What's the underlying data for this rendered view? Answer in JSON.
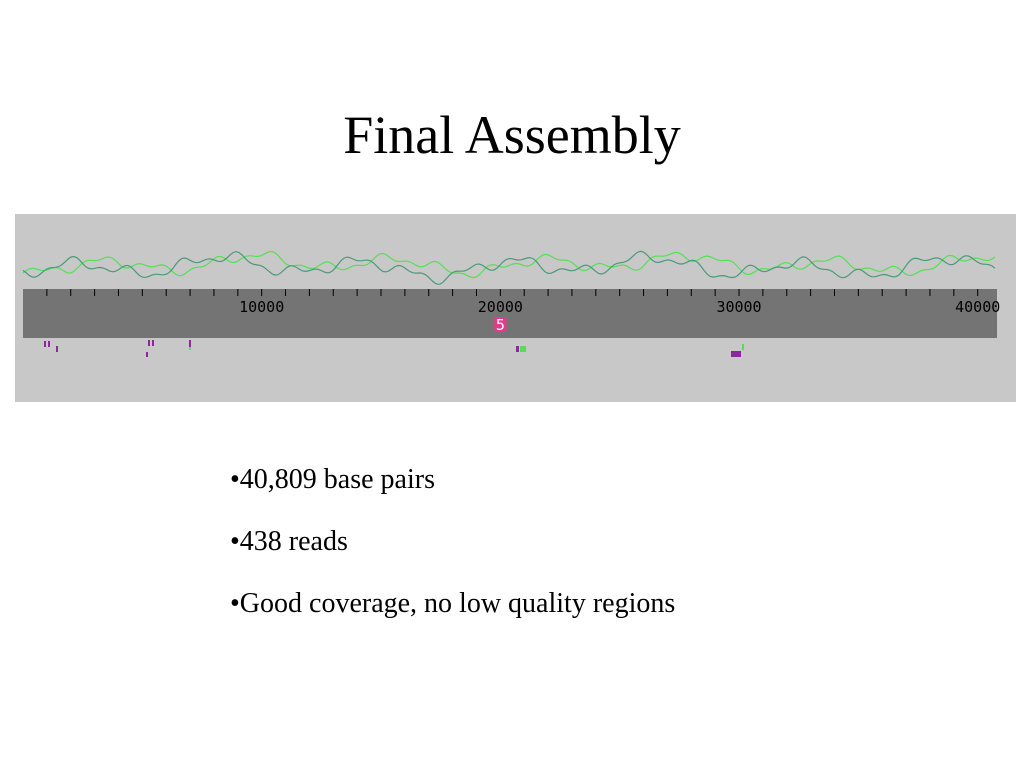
{
  "slide": {
    "title": "Final Assembly",
    "bullets": [
      "•40,809 base pairs",
      "•438 reads",
      "•Good coverage, no low quality regions"
    ]
  },
  "figure": {
    "background_color": "#c8c8c8",
    "ruler_color": "#747474",
    "ruler_min": 0,
    "ruler_max": 40809,
    "tick_interval": 1000,
    "tick_labels": [
      "10000",
      "20000",
      "30000",
      "40000"
    ],
    "tick_label_values": [
      10000,
      20000,
      30000,
      40000
    ],
    "marker": {
      "label": "5",
      "position": 20000,
      "color": "#e8388a"
    },
    "trace_colors": [
      "#55e055",
      "#4a9a7a"
    ],
    "gap_colors": {
      "purple": "#8a2a9a",
      "green": "#55dd55"
    }
  }
}
